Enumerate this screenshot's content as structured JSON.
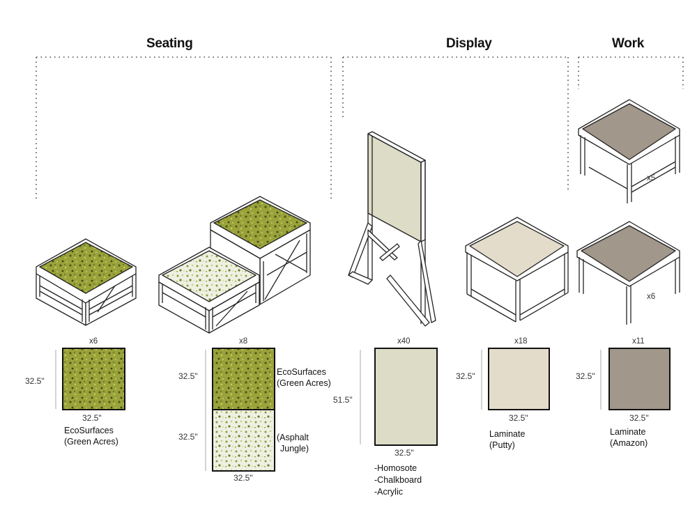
{
  "headers": {
    "seating": "Seating",
    "display": "Display",
    "work": "Work"
  },
  "quantities": {
    "q1": "x6",
    "q2": "x8",
    "q3": "x40",
    "q4": "x18",
    "q5": "x11",
    "work_top": "x5",
    "work_bottom": "x6"
  },
  "dims": {
    "s1_side": "32.5\"",
    "s1_bottom": "32.5\"",
    "s2_side_top": "32.5\"",
    "s2_side_bottom": "32.5\"",
    "s2_bottom": "32.5\"",
    "d1_side": "51.5\"",
    "d1_bottom": "32.5\"",
    "d2_side": "32.5\"",
    "d2_bottom": "32.5\"",
    "w1_side": "32.5\"",
    "w1_bottom": "32.5\""
  },
  "labels": {
    "s1_line1": "EcoSurfaces",
    "s1_line2": "(Green Acres)",
    "s2_top_line1": "EcoSurfaces",
    "s2_top_line2": "(Green Acres)",
    "s2_bot_line1": "(Asphalt",
    "s2_bot_line2": "Jungle)",
    "d1_line1": "-Homosote",
    "d1_line2": "-Chalkboard",
    "d1_line3": "-Acrylic",
    "d2_line1": "Laminate",
    "d2_line2": "(Putty)",
    "w1_line1": "Laminate",
    "w1_line2": "(Amazon)"
  },
  "colors": {
    "green_acres": "#9aa33a",
    "asphalt_jungle": "#e6e8d4",
    "board": "#dddcc7",
    "putty": "#e4dccb",
    "amazon": "#a1978a",
    "frame": "#222222"
  }
}
